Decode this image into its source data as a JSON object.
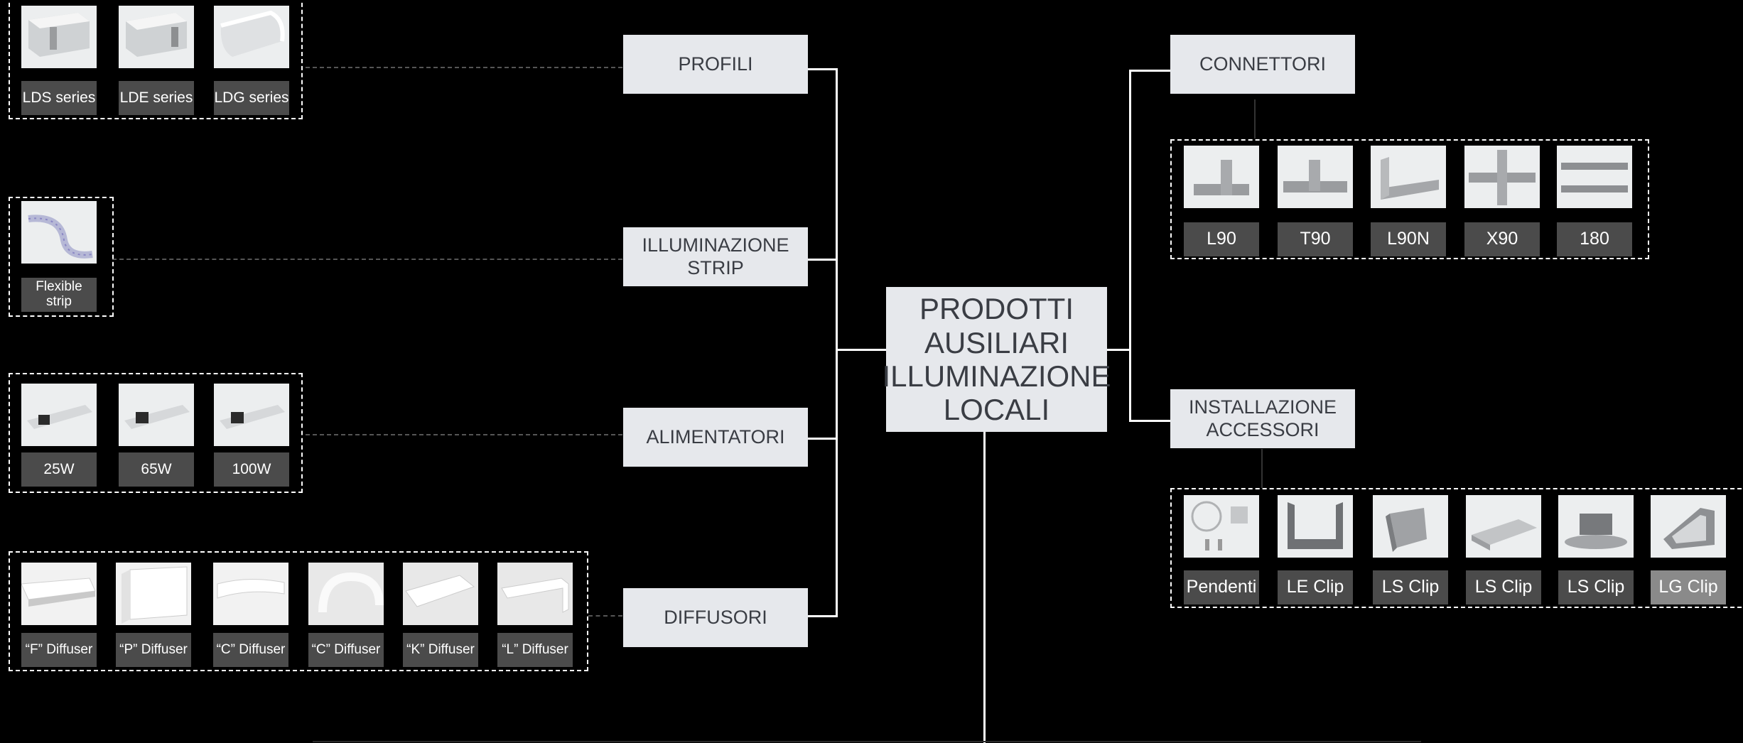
{
  "center": {
    "lines": [
      "PRODOTTI",
      "AUSILIARI",
      "ILLUMINAZIONE",
      "LOCALI"
    ]
  },
  "left_nodes": {
    "profili": "PROFILI",
    "strip": [
      "ILLUMINAZIONE",
      "STRIP"
    ],
    "alimentatori": "ALIMENTATORI",
    "diffusori": "DIFFUSORI"
  },
  "right_nodes": {
    "connettori": "CONNETTORI",
    "installazione": [
      "INSTALLAZIONE",
      "ACCESSORI"
    ]
  },
  "profili_items": [
    "LDS series",
    "LDE series",
    "LDG series"
  ],
  "strip_items": [
    [
      "Flexible",
      "strip"
    ]
  ],
  "alimentatori_items": [
    "25W",
    "65W",
    "100W"
  ],
  "diffusori_items": [
    "“F” Diffuser",
    "“P” Diffuser",
    "“C” Diffuser",
    "“C” Diffuser",
    "“K” Diffuser",
    "“L” Diffuser"
  ],
  "connettori_items": [
    "L90",
    "T90",
    "L90N",
    "X90",
    "180"
  ],
  "accessori_items": [
    "Pendenti",
    "LE Clip",
    "LS Clip",
    "LS Clip",
    "LS Clip",
    "LG Clip"
  ]
}
